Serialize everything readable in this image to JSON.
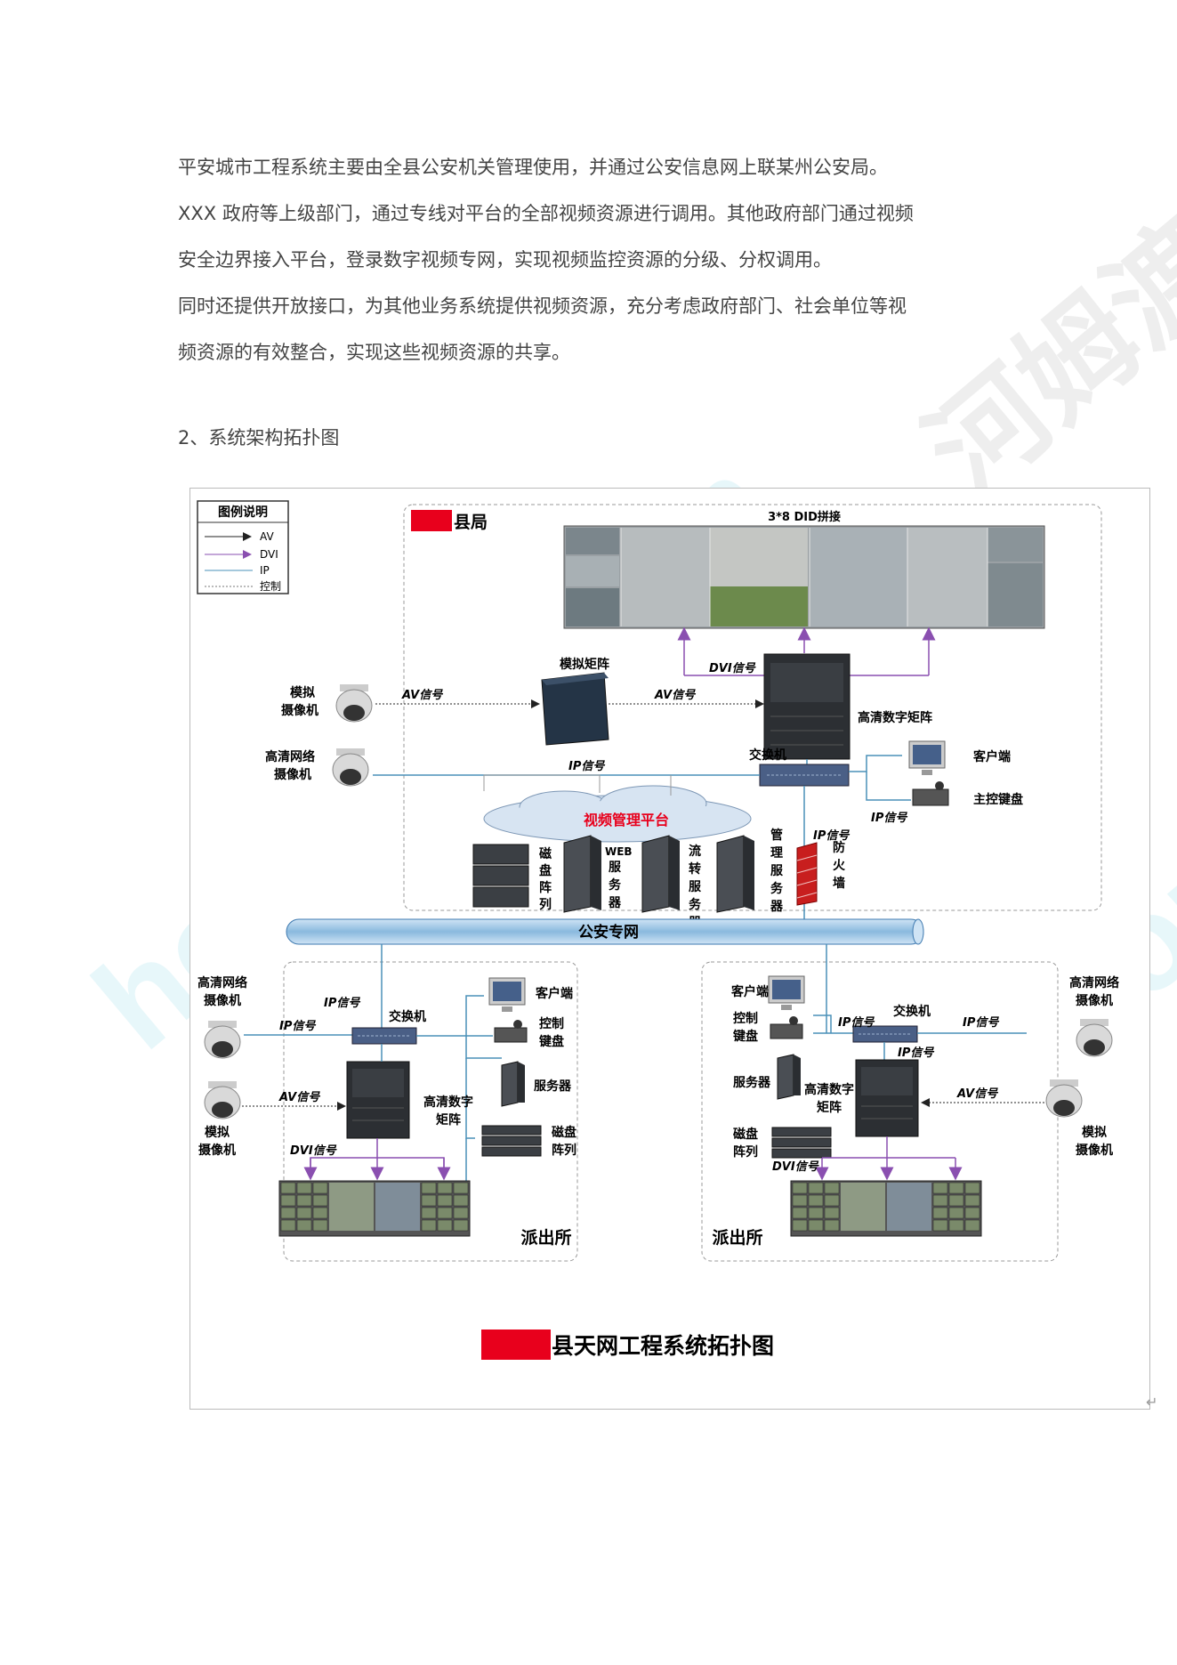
{
  "text": {
    "lines": [
      "平安城市工程系统主要由全县公安机关管理使用，并通过公安信息网上联某州公安局。",
      "XXX 政府等上级部门，通过专线对平台的全部视频资源进行调用。其他政府部门通过视频",
      "安全边界接入平台，登录数字视频专网，实现视频监控资源的分级、分权调用。",
      "同时还提供开放接口，为其他业务系统提供视频资源，充分考虑政府部门、社会单位等视",
      "频资源的有效整合，实现这些视频资源的共享。"
    ],
    "heading": "2、系统架构拓扑图",
    "return_mark": "↵"
  },
  "watermark": {
    "site": "homedo.com",
    "brand": "河姆渡"
  },
  "diagram": {
    "legend": {
      "title": "图例说明",
      "items": [
        "AV",
        "DVI",
        "IP",
        "控制"
      ]
    },
    "county": {
      "title": "县局",
      "video_wall": "3*8 DID拼接",
      "hd_matrix": "高清数字矩阵",
      "analog_matrix": "模拟矩阵",
      "analog_camera": [
        "模拟",
        "摄像机"
      ],
      "hd_camera": [
        "高清网络",
        "摄像机"
      ],
      "switch": "交换机",
      "client": "客户端",
      "keyboard": "主控键盘",
      "platform": "视频管理平台",
      "disk_array": [
        "磁",
        "盘",
        "阵",
        "列"
      ],
      "web_server": [
        "WEB",
        "服",
        "务",
        "器"
      ],
      "stream_server": [
        "流",
        "转",
        "服",
        "务",
        "器"
      ],
      "mgmt_server": [
        "管",
        "理",
        "服",
        "务",
        "器"
      ],
      "firewall": [
        "防",
        "火",
        "墙"
      ]
    },
    "signals": {
      "dvi": "DVI信号",
      "av": "AV信号",
      "ip": "IP信号"
    },
    "network": "公安专网",
    "station_left": {
      "hd_camera": [
        "高清网络",
        "摄像机"
      ],
      "analog_camera": [
        "模拟",
        "摄像机"
      ],
      "switch": "交换机",
      "client": "客户端",
      "keyboard": [
        "控制",
        "键盘"
      ],
      "server": "服务器",
      "disk": [
        "磁盘",
        "阵列"
      ],
      "matrix": [
        "高清数字",
        "矩阵"
      ],
      "name": "派出所"
    },
    "station_right": {
      "client": "客户端",
      "keyboard": [
        "控制",
        "键盘"
      ],
      "server": "服务器",
      "disk": [
        "磁盘",
        "阵列"
      ],
      "switch": "交换机",
      "matrix": [
        "高清数字",
        "矩阵"
      ],
      "hd_camera": [
        "高清网络",
        "摄像机"
      ],
      "analog_camera": [
        "模拟",
        "摄像机"
      ],
      "name": "派出所"
    },
    "caption": "县天网工程系统拓扑图",
    "colors": {
      "ip": "#4a90b8",
      "dvi": "#8a4fb0",
      "av": "#222222",
      "redact": "#e8001c",
      "pipe": "#7fb3d9"
    }
  }
}
